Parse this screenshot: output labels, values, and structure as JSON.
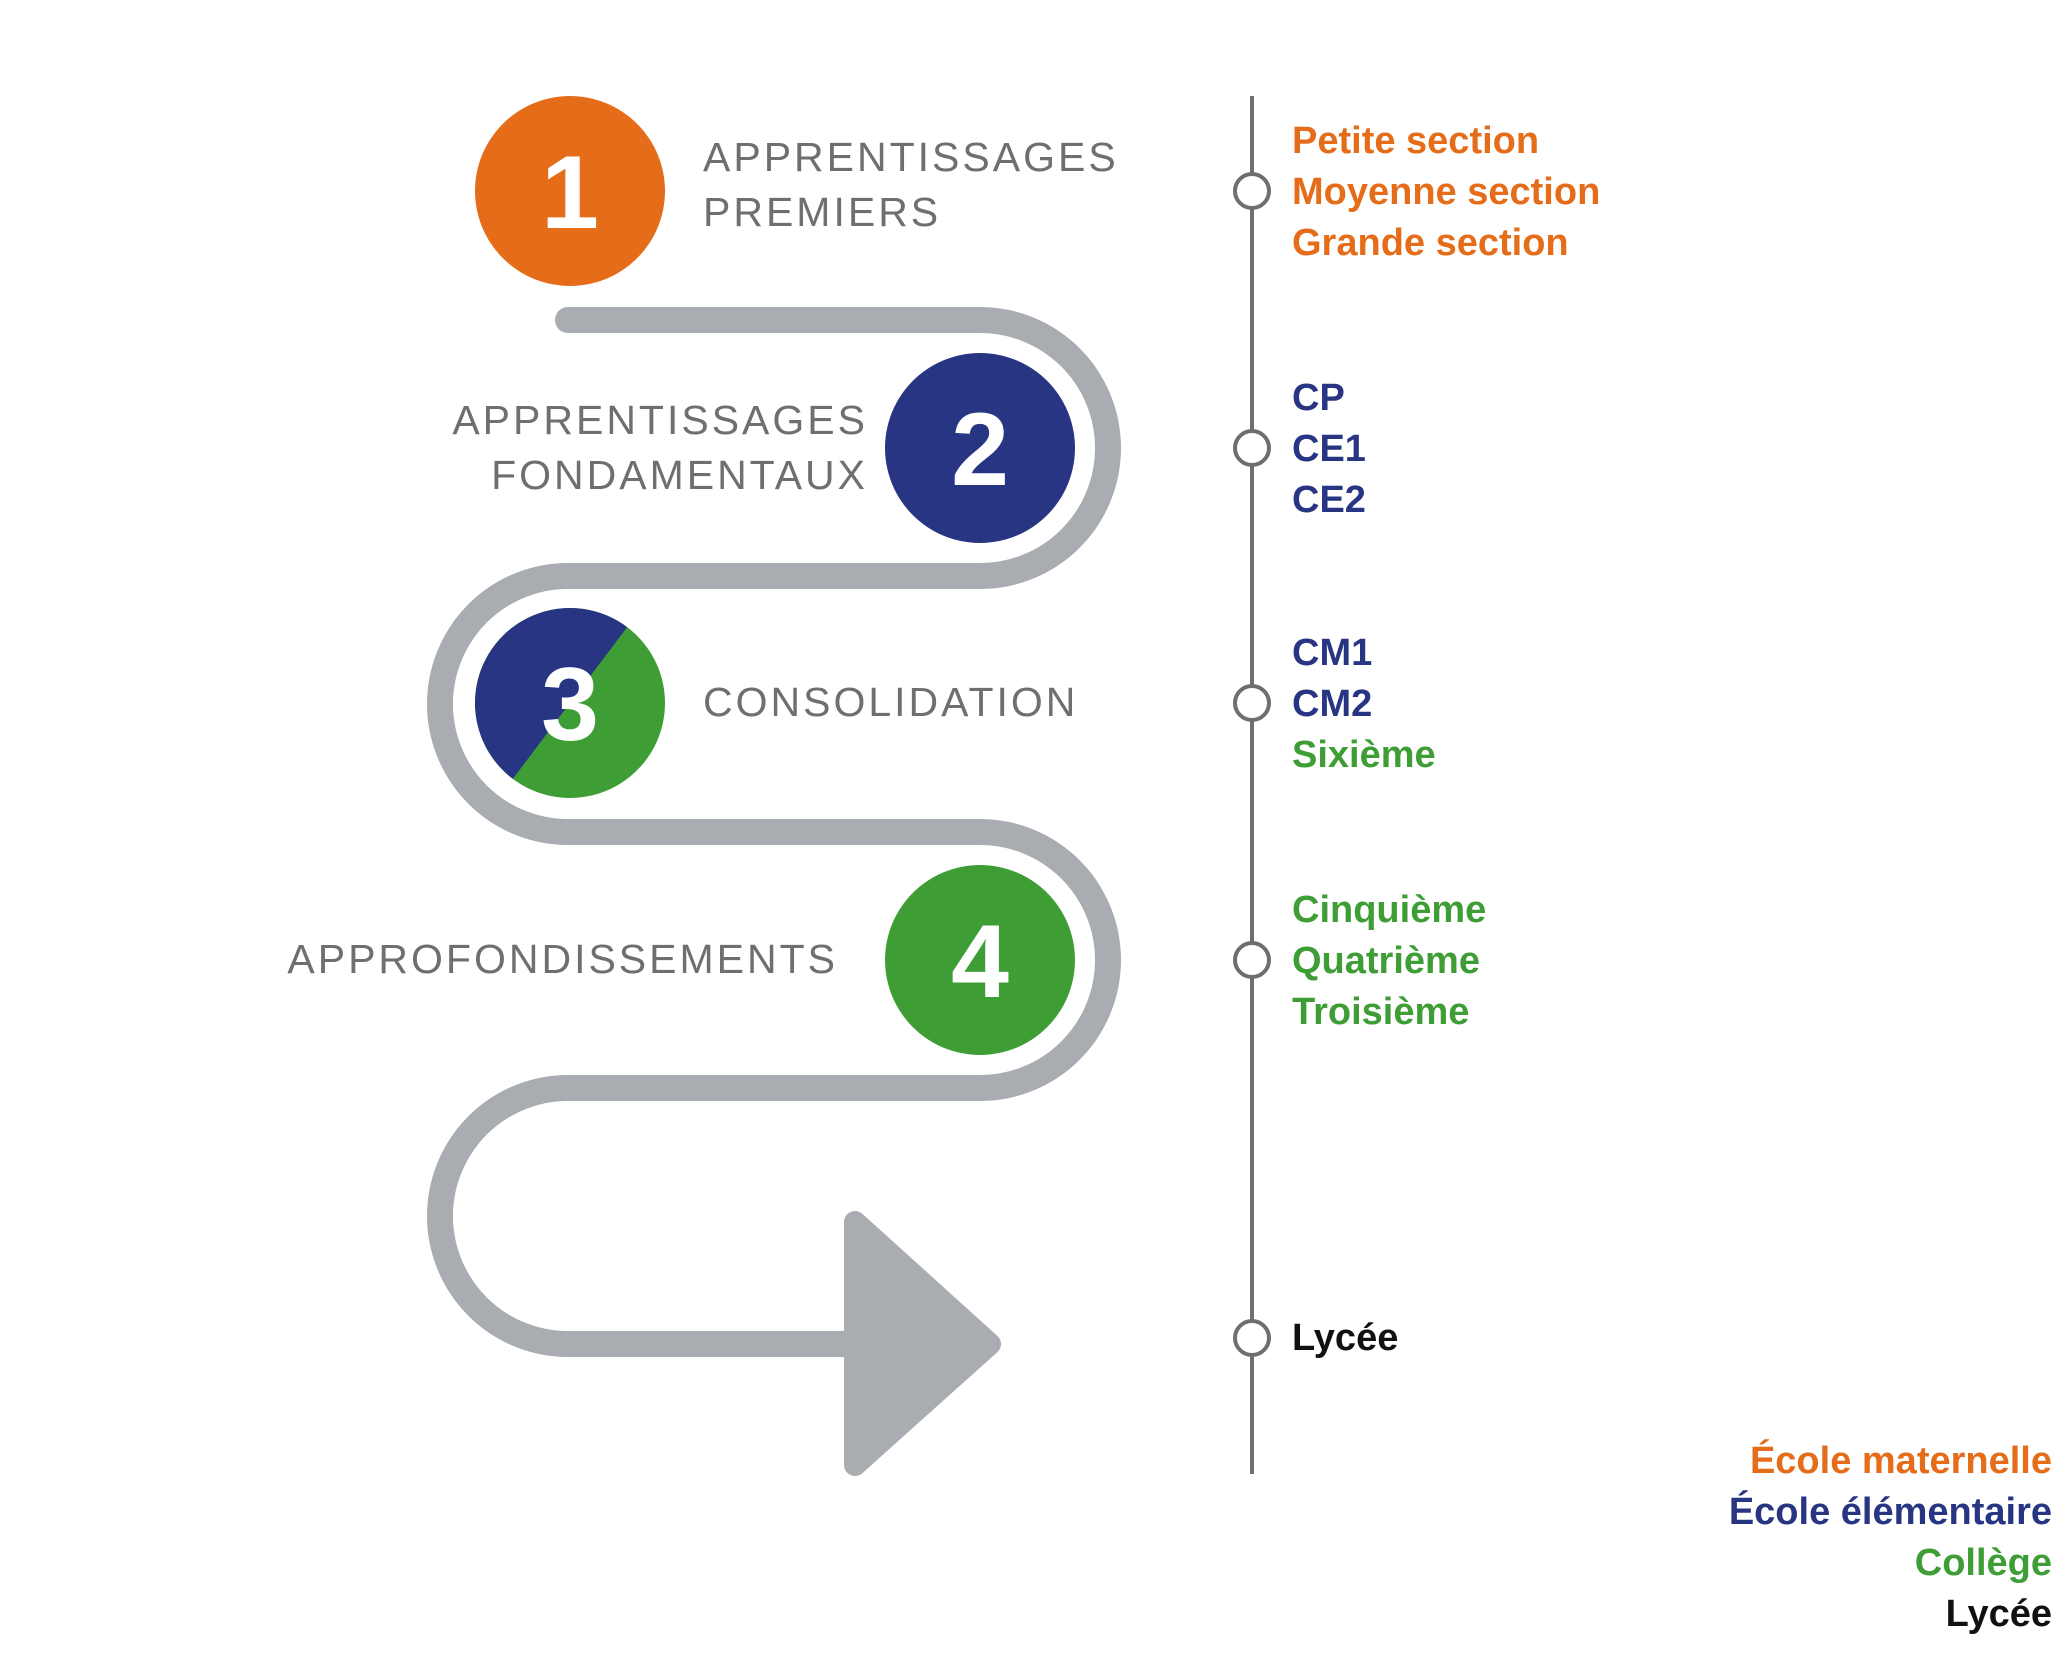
{
  "colors": {
    "maternelle": "#e56d1a",
    "elementaire": "#283583",
    "college": "#3e9e35",
    "lycee": "#111111",
    "path": "#a9adb2",
    "timeline": "#6f6f70"
  },
  "cycles": [
    {
      "number": "1",
      "lines": [
        "APPRENTISSAGES",
        "PREMIERS"
      ]
    },
    {
      "number": "2",
      "lines": [
        "APPRENTISSAGES",
        "FONDAMENTAUX"
      ]
    },
    {
      "number": "3",
      "lines": [
        "CONSOLIDATION"
      ]
    },
    {
      "number": "4",
      "lines": [
        "APPROFONDISSEMENTS"
      ]
    }
  ],
  "levels": [
    [
      {
        "text": "Petite section",
        "color": "maternelle"
      },
      {
        "text": "Moyenne section",
        "color": "maternelle"
      },
      {
        "text": "Grande section",
        "color": "maternelle"
      }
    ],
    [
      {
        "text": "CP",
        "color": "elementaire"
      },
      {
        "text": "CE1",
        "color": "elementaire"
      },
      {
        "text": "CE2",
        "color": "elementaire"
      }
    ],
    [
      {
        "text": "CM1",
        "color": "elementaire"
      },
      {
        "text": "CM2",
        "color": "elementaire"
      },
      {
        "text": "Sixième",
        "color": "college"
      }
    ],
    [
      {
        "text": "Cinquième",
        "color": "college"
      },
      {
        "text": "Quatrième",
        "color": "college"
      },
      {
        "text": "Troisième",
        "color": "college"
      }
    ],
    [
      {
        "text": "Lycée",
        "color": "lycee"
      }
    ]
  ],
  "legend": [
    {
      "text": "École maternelle",
      "color": "maternelle"
    },
    {
      "text": "École élémentaire",
      "color": "elementaire"
    },
    {
      "text": "Collège",
      "color": "college"
    },
    {
      "text": "Lycée",
      "color": "lycee"
    }
  ]
}
